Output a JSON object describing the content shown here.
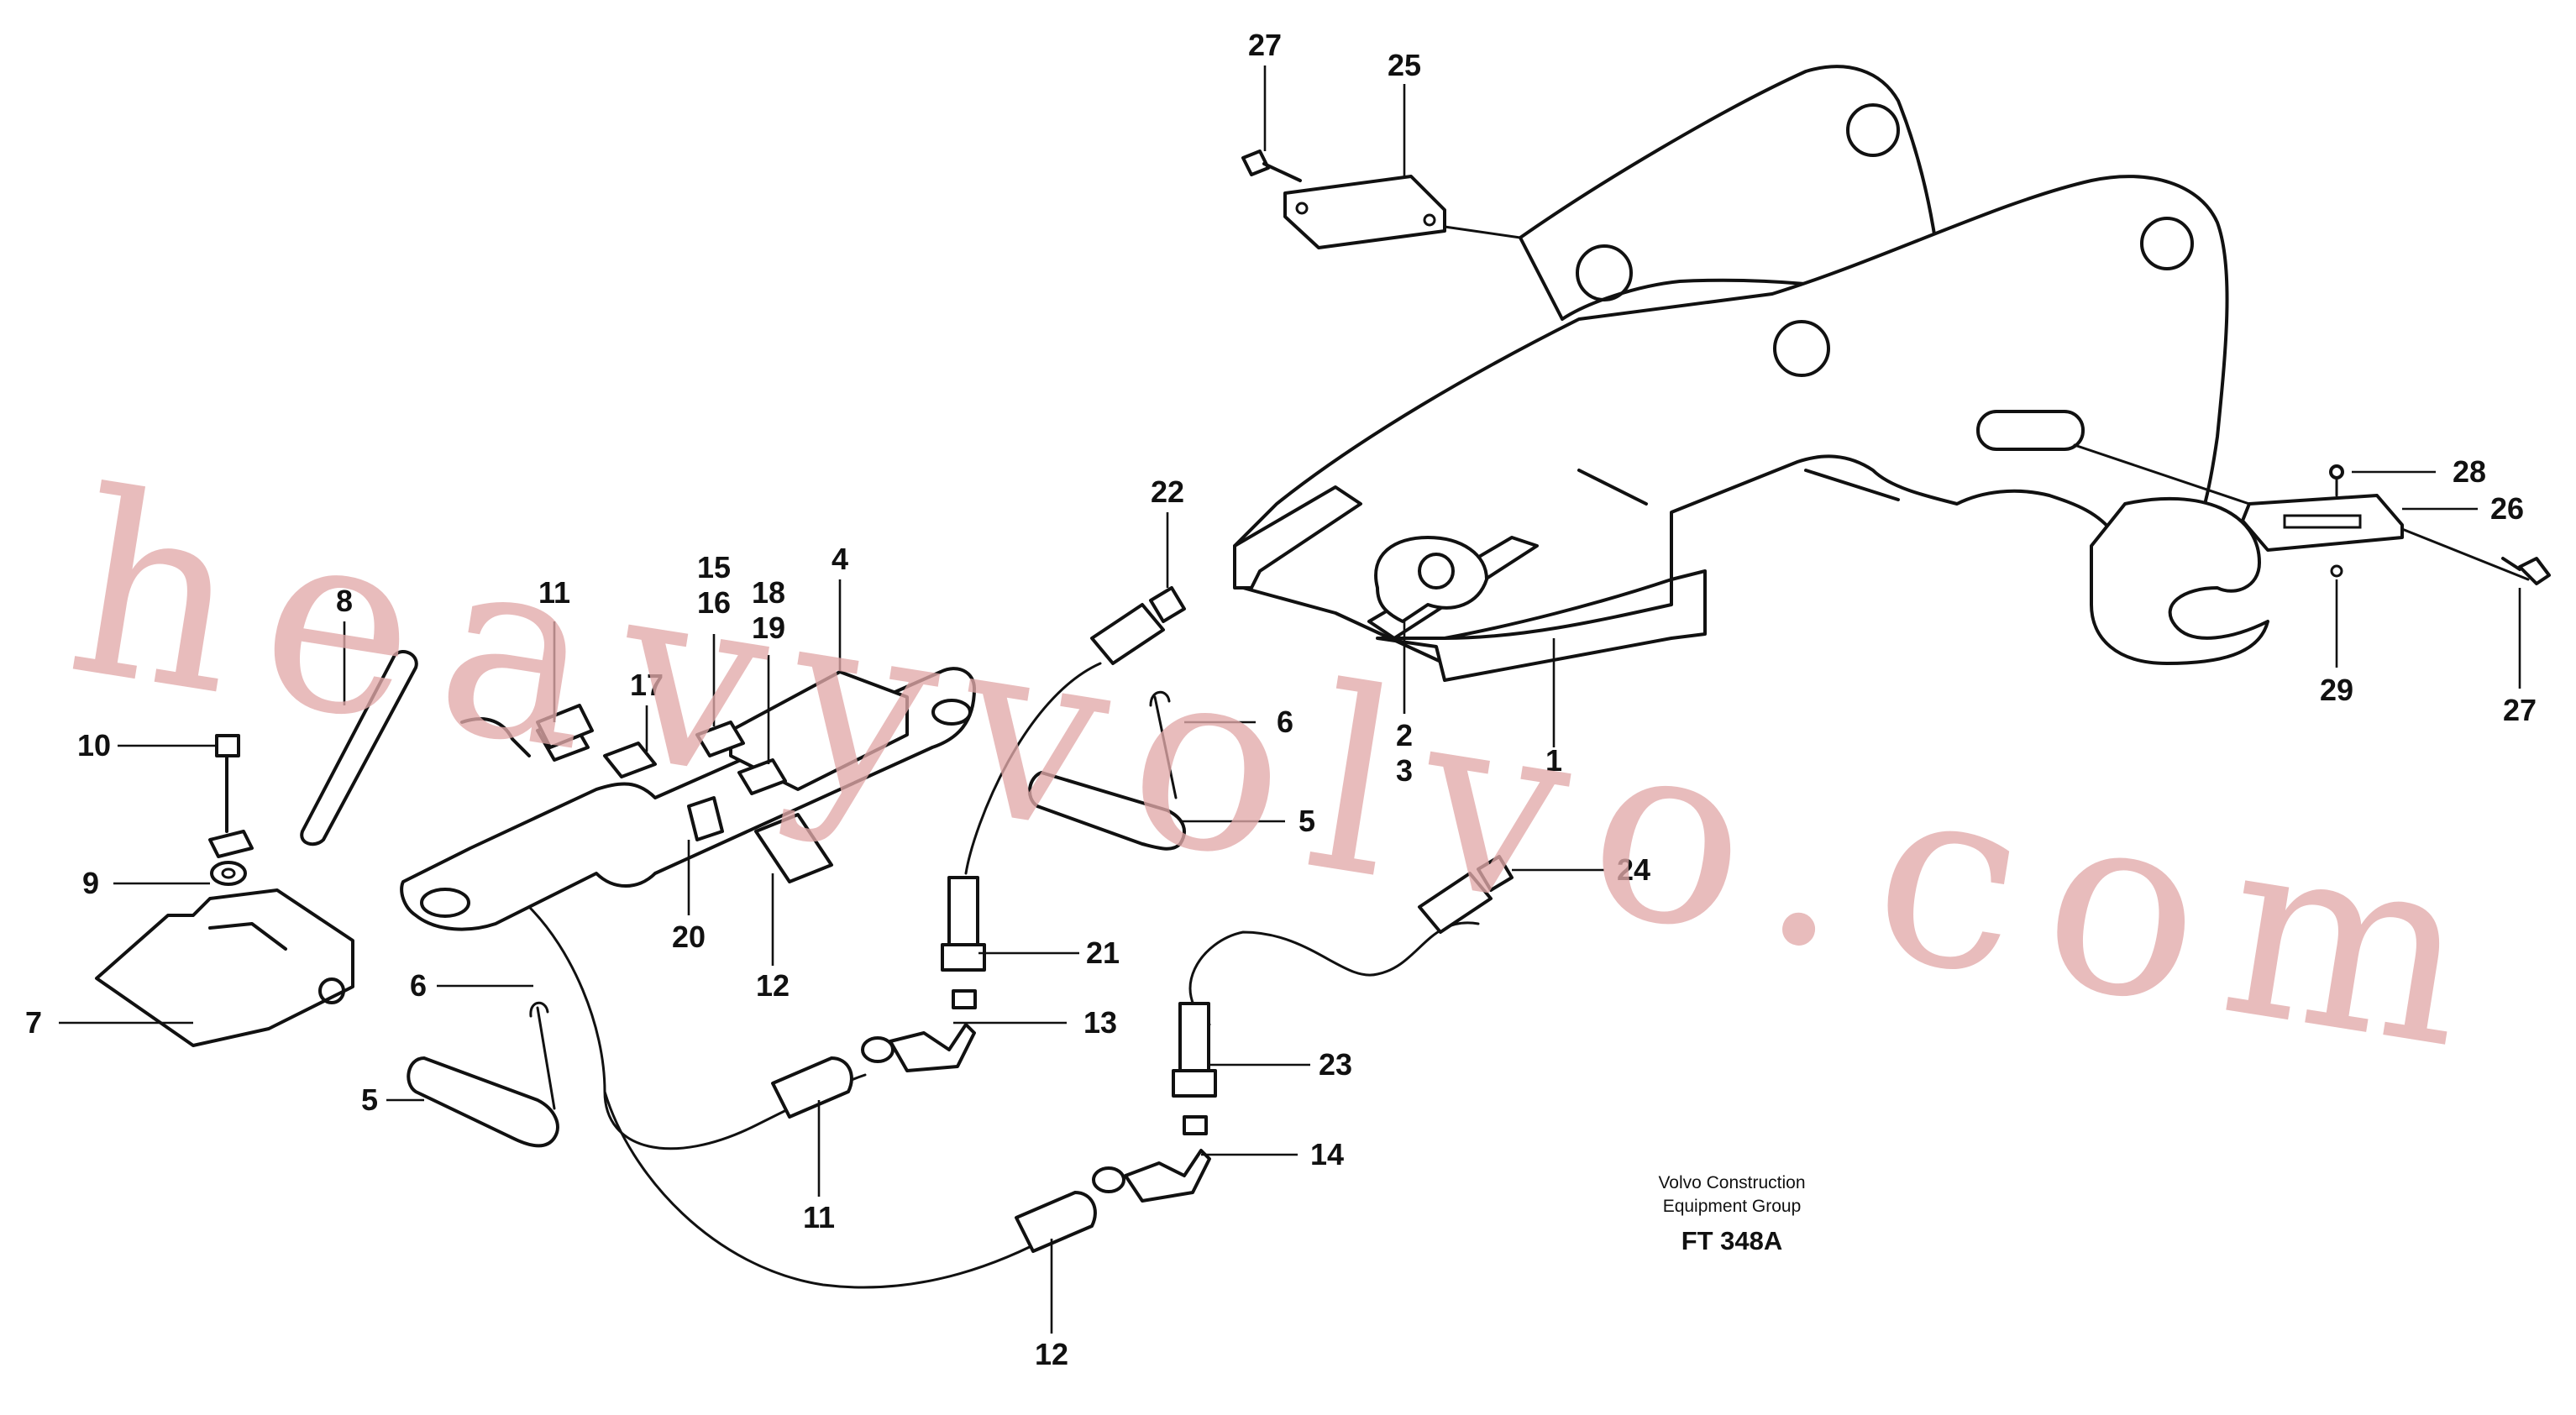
{
  "caption": {
    "line1": "Volvo Construction",
    "line2": "Equipment Group",
    "code": "FT 348A"
  },
  "watermark": "heavyvolvo.com",
  "callouts": [
    "27",
    "25",
    "22",
    "4",
    "8",
    "11",
    "15",
    "16",
    "18",
    "19",
    "17",
    "10",
    "6",
    "2",
    "3",
    "1",
    "28",
    "26",
    "29",
    "27",
    "5",
    "9",
    "20",
    "12",
    "24",
    "21",
    "13",
    "7",
    "6",
    "5",
    "23",
    "14",
    "11",
    "12"
  ]
}
